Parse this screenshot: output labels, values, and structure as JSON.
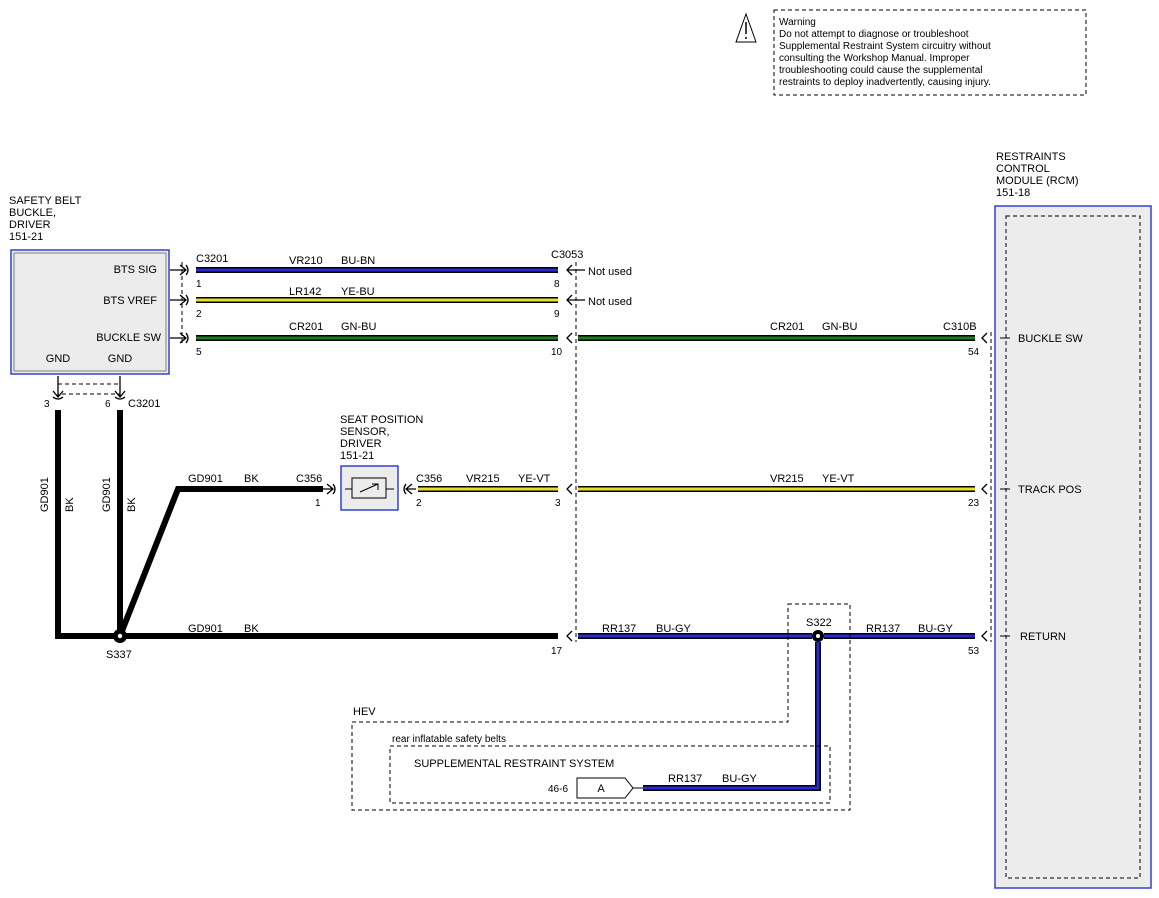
{
  "warning": {
    "title": "Warning",
    "lines": [
      "Do not attempt to diagnose or troubleshoot",
      "Supplemental Restraint System circuitry without",
      "consulting the Workshop Manual. Improper",
      "troubleshooting could cause the supplemental",
      "restraints to deploy inadvertently, causing injury."
    ]
  },
  "colors": {
    "BU": "#2a2ad0",
    "YE": "#e8e030",
    "GN": "#1e7a1e",
    "BK": "#000000",
    "component_fill": "#ececec",
    "component_border": "#3344cc"
  },
  "components": {
    "safety_belt_buckle": {
      "title_lines": [
        "SAFETY BELT",
        "BUCKLE,",
        "DRIVER",
        "151-21"
      ],
      "pins": {
        "bts_sig": "BTS SIG",
        "bts_vref": "BTS VREF",
        "buckle_sw": "BUCKLE SW",
        "gnd1": "GND",
        "gnd2": "GND"
      }
    },
    "seat_position_sensor": {
      "title_lines": [
        "SEAT POSITION",
        "SENSOR,",
        "DRIVER",
        "151-21"
      ]
    },
    "rcm": {
      "title_lines": [
        "RESTRAINTS",
        "CONTROL",
        "MODULE (RCM)",
        "151-18"
      ],
      "pins": {
        "buckle_sw": "BUCKLE SW",
        "track_pos": "TRACK POS",
        "return": "RETURN"
      }
    }
  },
  "connectors": {
    "c3201": "C3201",
    "c3201_gnd": "C3201",
    "c3053": "C3053",
    "c310b": "C310B",
    "c356_left": "C356",
    "c356_right": "C356"
  },
  "pin_numbers": {
    "c3201_bts_sig": "1",
    "c3201_bts_vref": "2",
    "c3201_buckle_sw": "5",
    "c3201_gnd1": "3",
    "c3201_gnd2": "6",
    "c3053_bts_sig": "8",
    "c3053_bts_vref": "9",
    "c3053_buckle_sw": "10",
    "c3053_track": "3",
    "c3053_return": "17",
    "c310b_buckle_sw": "54",
    "c310b_track": "23",
    "c310b_return": "53",
    "c356_left": "1",
    "c356_right": "2"
  },
  "wires": {
    "vr210": {
      "circuit": "VR210",
      "color": "BU-BN"
    },
    "lr142": {
      "circuit": "LR142",
      "color": "YE-BU"
    },
    "cr201_left": {
      "circuit": "CR201",
      "color": "GN-BU"
    },
    "cr201_right": {
      "circuit": "CR201",
      "color": "GN-BU"
    },
    "vr215_left": {
      "circuit": "VR215",
      "color": "YE-VT"
    },
    "vr215_right": {
      "circuit": "VR215",
      "color": "YE-VT"
    },
    "gd901_top": {
      "circuit": "GD901",
      "color": "BK"
    },
    "gd901_bottom": {
      "circuit": "GD901",
      "color": "BK"
    },
    "gd901_v1": {
      "circuit": "GD901",
      "color": "BK"
    },
    "gd901_v2": {
      "circuit": "GD901",
      "color": "BK"
    },
    "rr137_left": {
      "circuit": "RR137",
      "color": "BU-GY"
    },
    "rr137_right": {
      "circuit": "RR137",
      "color": "BU-GY"
    },
    "rr137_srs": {
      "circuit": "RR137",
      "color": "BU-GY"
    }
  },
  "notes": {
    "not_used_1": "Not used",
    "not_used_2": "Not used",
    "hev": "HEV",
    "rear_belts": "rear inflatable safety belts",
    "srs": "SUPPLEMENTAL RESTRAINT SYSTEM",
    "srs_ref": "46-6",
    "srs_connector": "A"
  },
  "splices": {
    "s337": "S337",
    "s322": "S322"
  }
}
